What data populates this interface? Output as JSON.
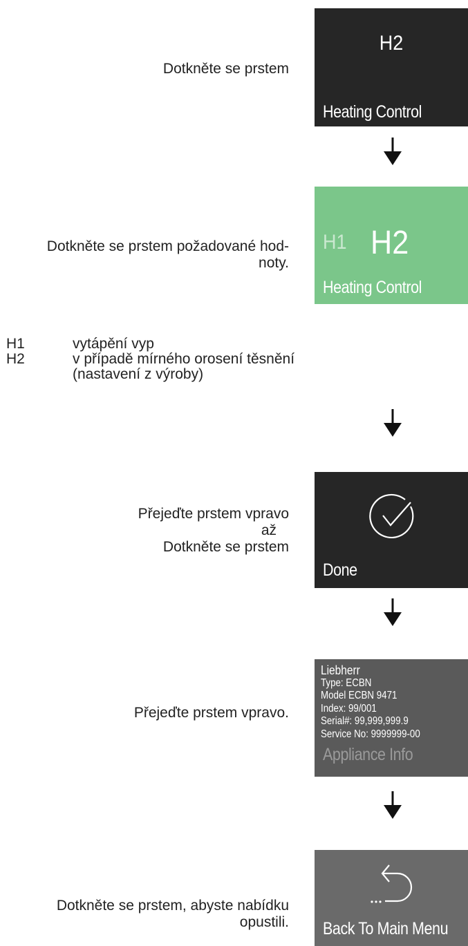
{
  "steps": {
    "s1": {
      "instruction": "Dotkněte se prstem"
    },
    "s2": {
      "instruction_line1": "Dotkněte se prstem požadované hod-",
      "instruction_line2": "noty."
    },
    "s3": {
      "line1": "Přejeďte prstem vpravo",
      "line2": "až",
      "line3": "Dotkněte se prstem"
    },
    "s4": {
      "instruction": "Přejeďte prstem vpravo."
    },
    "s5": {
      "line1": "Dotkněte se prstem, abyste nabídku",
      "line2": "opustili."
    }
  },
  "screens": {
    "heating_dark": {
      "value": "H2",
      "label": "Heating Control"
    },
    "heating_select": {
      "option_inactive": "H1",
      "option_active": "H2",
      "label": "Heating Control"
    },
    "done": {
      "label": "Done",
      "icon": "check-circle-icon"
    },
    "appliance_info": {
      "lines": [
        "Liebherr",
        "Type: ECBN",
        "Model ECBN 9471",
        "Index: 99/001",
        "Serial#: 99,999,999.9",
        "Service No: 9999999-00"
      ],
      "label": "Appliance Info"
    },
    "back": {
      "label": "Back To Main Menu",
      "icon": "back-arrow-icon"
    }
  },
  "legend": [
    {
      "code": "H1",
      "text": [
        "vytápění vyp"
      ]
    },
    {
      "code": "H2",
      "text": [
        "v případě mírného orosení těsnění",
        "(nastavení z výroby)"
      ]
    }
  ],
  "colors": {
    "dark_screen": "#262626",
    "green_screen": "#7bc68a",
    "info_screen": "#5a5a5a",
    "back_screen": "#6a6a6a"
  }
}
